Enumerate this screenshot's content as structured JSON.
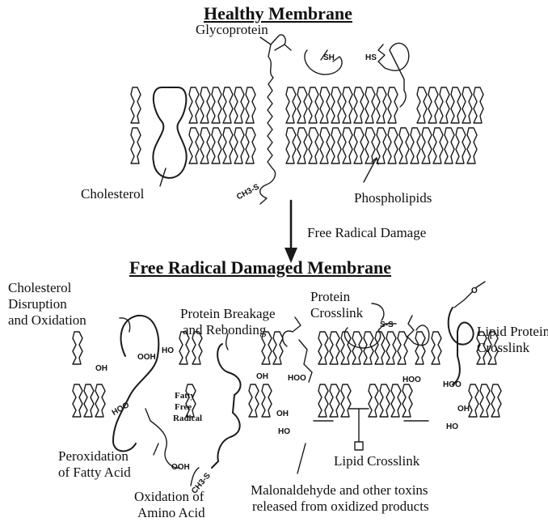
{
  "titles": {
    "healthy": "Healthy Membrane",
    "damaged": "Free Radical Damaged Membrane"
  },
  "healthy_labels": {
    "glycoprotein": "Glycoprotein",
    "cholesterol": "Cholesterol",
    "phospholipids": "Phospholipids"
  },
  "arrow_label": "Free Radical Damage",
  "damaged_labels": {
    "cholesterol_disruption_1": "Cholesterol",
    "cholesterol_disruption_2": "Disruption",
    "cholesterol_disruption_3": "and Oxidation",
    "protein_breakage_1": "Protein Breakage",
    "protein_breakage_2": "and Rebonding",
    "protein_crosslink_1": "Protein",
    "protein_crosslink_2": "Crosslink",
    "lipid_protein_1": "Lipid Protein",
    "lipid_protein_2": "Crosslink",
    "peroxidation_1": "Peroxidation",
    "peroxidation_2": "of Fatty Acid",
    "oxidation_amino_1": "Oxidation of",
    "oxidation_amino_2": "Amino Acid",
    "lipid_crosslink": "Lipid Crosslink",
    "malonaldehyde_1": "Malonaldehyde and other toxins",
    "malonaldehyde_2": "released from oxidized products",
    "fatty_free_radical_1": "Fatty",
    "fatty_free_radical_2": "Free",
    "fatty_free_radical_3": "Radical"
  },
  "chem_labels": {
    "sh": "SH",
    "hs": "HS",
    "ch3s_top": "CH3-S",
    "ho": "HO",
    "ooh": "OOH",
    "oh": "OH",
    "hoo": "HOO",
    "s_s": "S-S",
    "o": "O",
    "ch3s_bottom": "CH3-S"
  }
}
